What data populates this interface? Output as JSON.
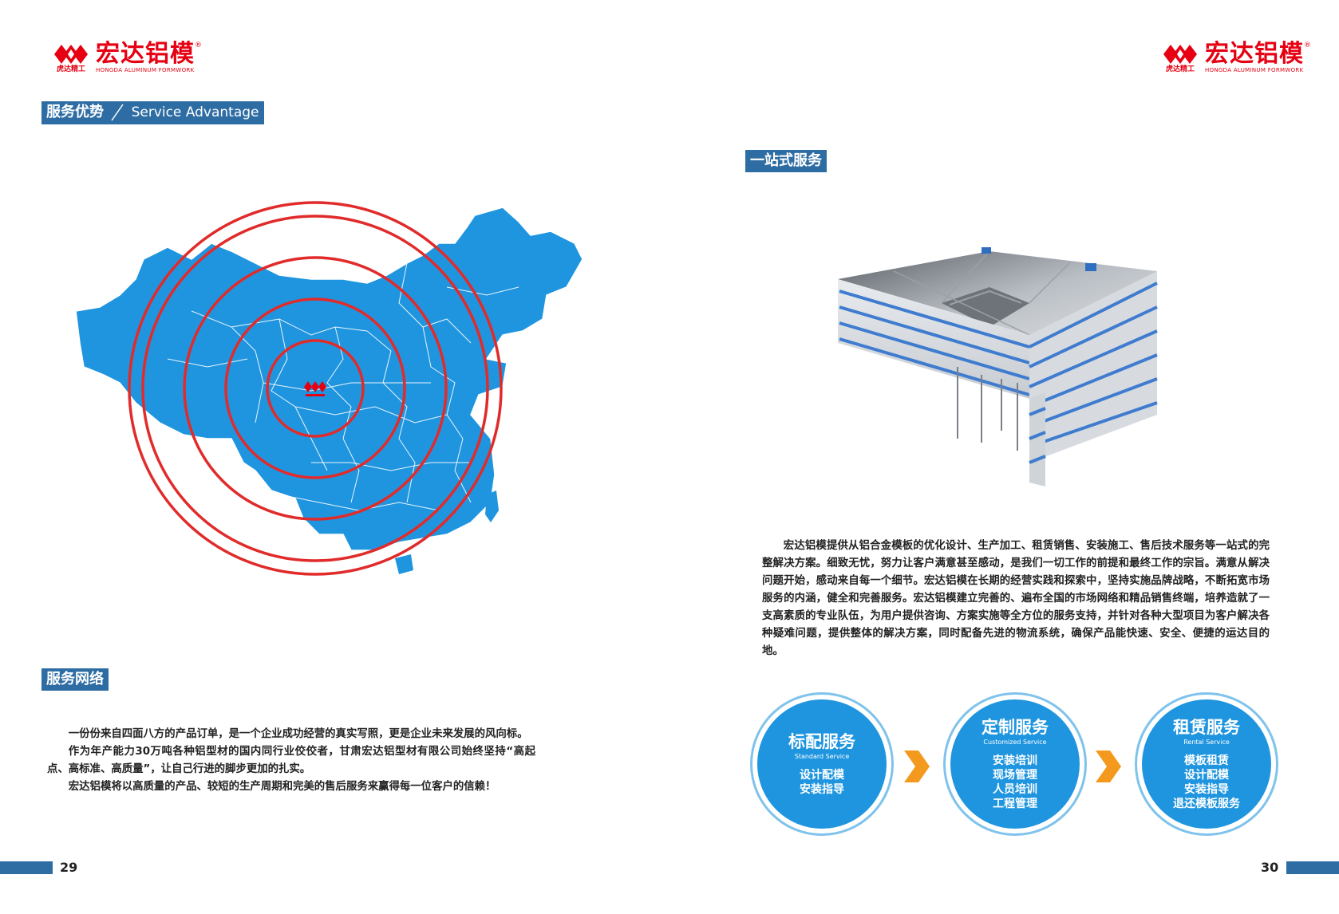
{
  "brand": {
    "name": "宏达铝模",
    "english": "HONGDA ALUMINUM FORMWORK",
    "tagline": "虎达精工",
    "registered": "®",
    "color": "#e60012"
  },
  "left_page": {
    "section_title_cn": "服务优势",
    "section_title_en": "Service Advantage",
    "network_title": "服务网络",
    "network_paragraphs": [
      "一份份来自四面八方的产品订单，是一个企业成功经营的真实写照，更是企业未来发展的风向标。",
      "作为年产能力30万吨各种铝型材的国内同行业佼佼者，甘肃宏达铝型材有限公司始终坚持“高起点、高标准、高质量”，让自己行进的脚步更加的扎实。",
      "宏达铝模将以高质量的产品、较短的生产周期和完美的售后服务来赢得每一位客户的信赖！"
    ],
    "page_number": "29",
    "map": {
      "fill_color": "#1f95df",
      "ring_color": "#e12b2b",
      "ring_count": 5,
      "center_icon": "company-logo-icon"
    }
  },
  "right_page": {
    "one_stop_title": "一站式服务",
    "intro_paragraph": "宏达铝模提供从铝合金模板的优化设计、生产加工、租赁销售、安装施工、售后技术服务等一站式的完整解决方案。细致无忧，努力让客户满意甚至感动，是我们一切工作的前提和最终工作的宗旨。满意从解决问题开始，感动来自每一个细节。宏达铝模在长期的经营实践和探索中，坚持实施品牌战略，不断拓宽市场服务的内涵，健全和完善服务。宏达铝模建立完善的、遍布全国的市场网络和精品销售终端，培养造就了一支高素质的专业队伍，为用户提供咨询、方案实施等全方位的服务支持，并针对各种大型项目为客户解决各种疑难问题，提供整体的解决方案，同时配备先进的物流系统，确保产品能快速、安全、便捷的运达目的地。",
    "services": [
      {
        "title": "标配服务",
        "english": "Standard Service",
        "items": [
          "设计配模",
          "安装指导"
        ]
      },
      {
        "title": "定制服务",
        "english": "Customized Service",
        "items": [
          "安装培训",
          "现场管理",
          "人员培训",
          "工程管理"
        ]
      },
      {
        "title": "租赁服务",
        "english": "Rental Service",
        "items": [
          "模板租赁",
          "设计配模",
          "安装指导",
          "退还模板服务"
        ]
      }
    ],
    "page_number": "30",
    "accent_color": "#2e6da4",
    "arrow_color": "#f39a1e",
    "illustration_icon": "aluminum-formwork-building-icon"
  }
}
